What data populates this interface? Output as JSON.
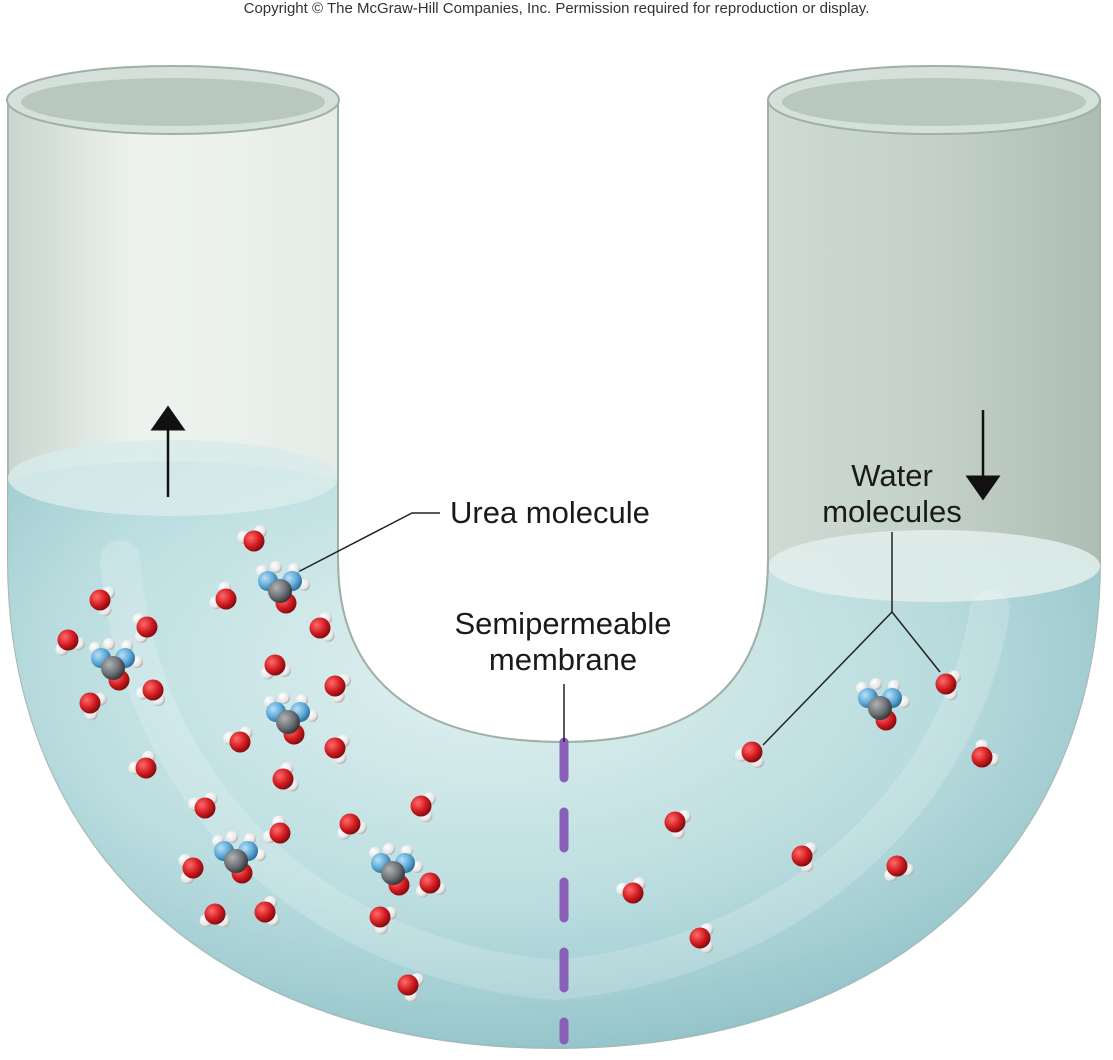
{
  "copyright": "Copyright © The McGraw-Hill Companies, Inc. Permission required for reproduction or display.",
  "labels": {
    "urea": "Urea molecule",
    "water_line1": "Water",
    "water_line2": "molecules",
    "membrane_line1": "Semipermeable",
    "membrane_line2": "membrane"
  },
  "colors": {
    "tube_glass": "#dfe8e3",
    "solution": "#a9d4d9",
    "oxygen": "#d01a1f",
    "hydrogen": "#eeeeee",
    "nitrogen": "#5aa7d6",
    "carbon": "#6b6e72",
    "membrane": "#8a5fb8"
  },
  "arrows": {
    "left_level": "up-arrow",
    "right_level": "down-arrow"
  }
}
